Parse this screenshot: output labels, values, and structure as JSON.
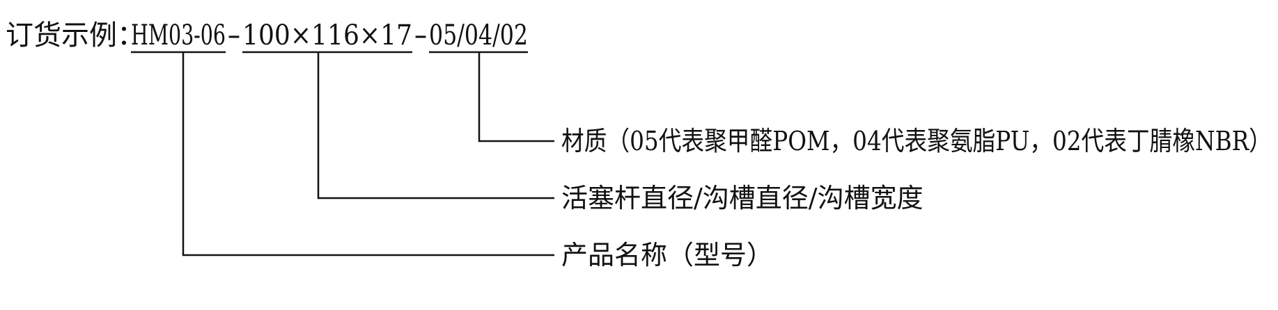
{
  "order_example": {
    "label": "订货示例：",
    "code_parts": [
      "HM03-06",
      "-",
      "100×116×17",
      "-",
      "05/04/02"
    ]
  },
  "callouts": [
    {
      "id": "material",
      "text": "材质（05代表聚甲醛POM，04代表聚氨脂PU，02代表丁腈橡NBR）"
    },
    {
      "id": "dimensions",
      "text": "活塞杆直径/沟槽直径/沟槽宽度"
    },
    {
      "id": "product-name",
      "text": "产品名称（型号）"
    }
  ],
  "colors": {
    "ink": "#111111",
    "background": "#ffffff"
  }
}
